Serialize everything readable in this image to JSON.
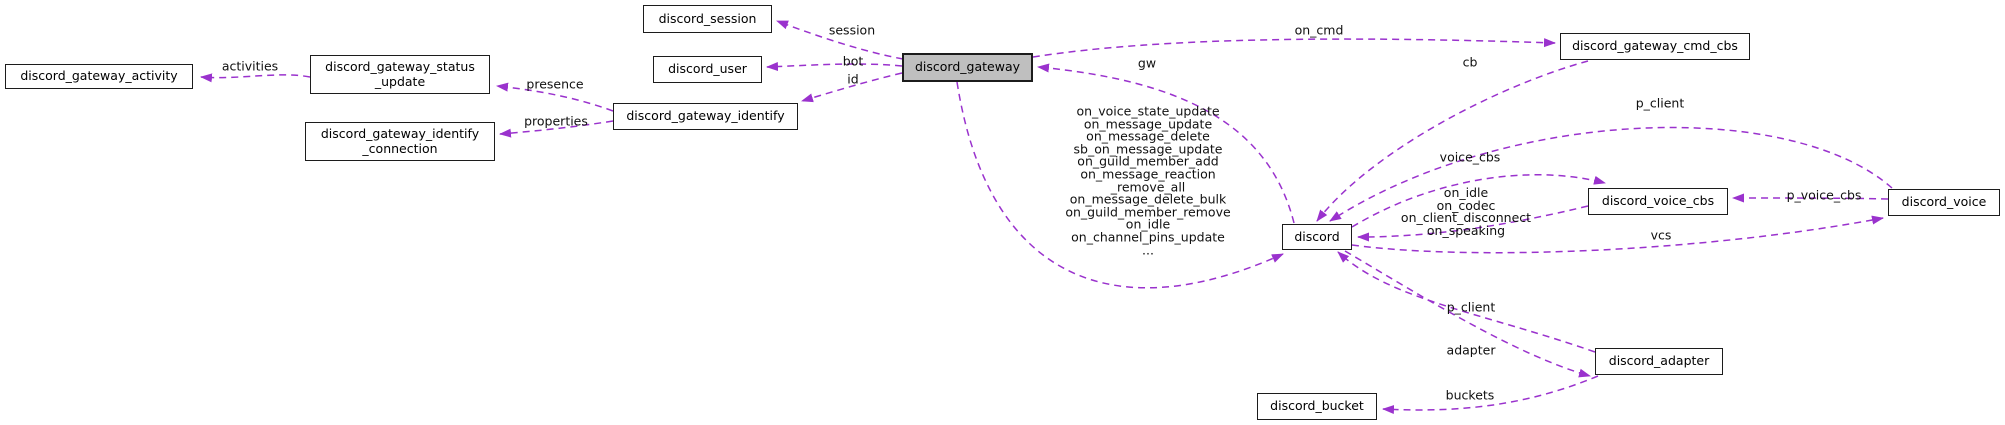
{
  "diagram": {
    "type": "collaboration-graph",
    "colors": {
      "edge": "#9a32cd",
      "node_fill": "#ffffff",
      "node_border": "#1c1c1c",
      "highlight_fill": "#bfbfbf",
      "text": "#000000"
    },
    "nodes": [
      {
        "id": "discord_gateway_activity",
        "label": "discord_gateway_activity",
        "highlight": false
      },
      {
        "id": "discord_gateway_status_update",
        "label": "discord_gateway_status\n_update",
        "highlight": false
      },
      {
        "id": "discord_gateway_identify_connection",
        "label": "discord_gateway_identify\n_connection",
        "highlight": false
      },
      {
        "id": "discord_gateway_identify",
        "label": "discord_gateway_identify",
        "highlight": false
      },
      {
        "id": "discord_session",
        "label": "discord_session",
        "highlight": false
      },
      {
        "id": "discord_user",
        "label": "discord_user",
        "highlight": false
      },
      {
        "id": "discord_gateway",
        "label": "discord_gateway",
        "highlight": true
      },
      {
        "id": "discord_gateway_cmd_cbs",
        "label": "discord_gateway_cmd_cbs",
        "highlight": false
      },
      {
        "id": "discord",
        "label": "discord",
        "highlight": false
      },
      {
        "id": "discord_voice_cbs",
        "label": "discord_voice_cbs",
        "highlight": false
      },
      {
        "id": "discord_voice",
        "label": "discord_voice",
        "highlight": false
      },
      {
        "id": "discord_adapter",
        "label": "discord_adapter",
        "highlight": false
      },
      {
        "id": "discord_bucket",
        "label": "discord_bucket",
        "highlight": false
      }
    ],
    "edges": [
      {
        "from": "discord_gateway_status_update",
        "to": "discord_gateway_activity",
        "label": "activities"
      },
      {
        "from": "discord_gateway_identify",
        "to": "discord_gateway_status_update",
        "label": "presence"
      },
      {
        "from": "discord_gateway_identify",
        "to": "discord_gateway_identify_connection",
        "label": "properties"
      },
      {
        "from": "discord_gateway",
        "to": "discord_session",
        "label": "session"
      },
      {
        "from": "discord_gateway",
        "to": "discord_user",
        "label": "bot"
      },
      {
        "from": "discord_gateway",
        "to": "discord_gateway_identify",
        "label": "id"
      },
      {
        "from": "discord_gateway",
        "to": "discord_gateway_cmd_cbs",
        "label": "on_cmd"
      },
      {
        "from": "discord",
        "to": "discord_gateway",
        "label": "gw"
      },
      {
        "from": "discord_gateway",
        "to": "discord",
        "label": "on_voice_state_update\non_message_update\non_message_delete\nsb_on_message_update\non_guild_member_add\non_message_reaction\n_remove_all\non_message_delete_bulk\non_guild_member_remove\non_idle\non_channel_pins_update\n..."
      },
      {
        "from": "discord_gateway_cmd_cbs",
        "to": "discord",
        "label": "cb"
      },
      {
        "from": "discord_voice",
        "to": "discord",
        "label": "p_client"
      },
      {
        "from": "discord",
        "to": "discord_voice_cbs",
        "label": "voice_cbs"
      },
      {
        "from": "discord_voice_cbs",
        "to": "discord",
        "label": "on_idle\non_codec\non_client_disconnect\non_speaking"
      },
      {
        "from": "discord",
        "to": "discord_voice",
        "label": "vcs"
      },
      {
        "from": "discord_voice",
        "to": "discord_voice_cbs",
        "label": "p_voice_cbs"
      },
      {
        "from": "discord_adapter",
        "to": "discord",
        "label": "p_client"
      },
      {
        "from": "discord",
        "to": "discord_adapter",
        "label": "adapter"
      },
      {
        "from": "discord_adapter",
        "to": "discord_bucket",
        "label": "buckets"
      }
    ]
  }
}
